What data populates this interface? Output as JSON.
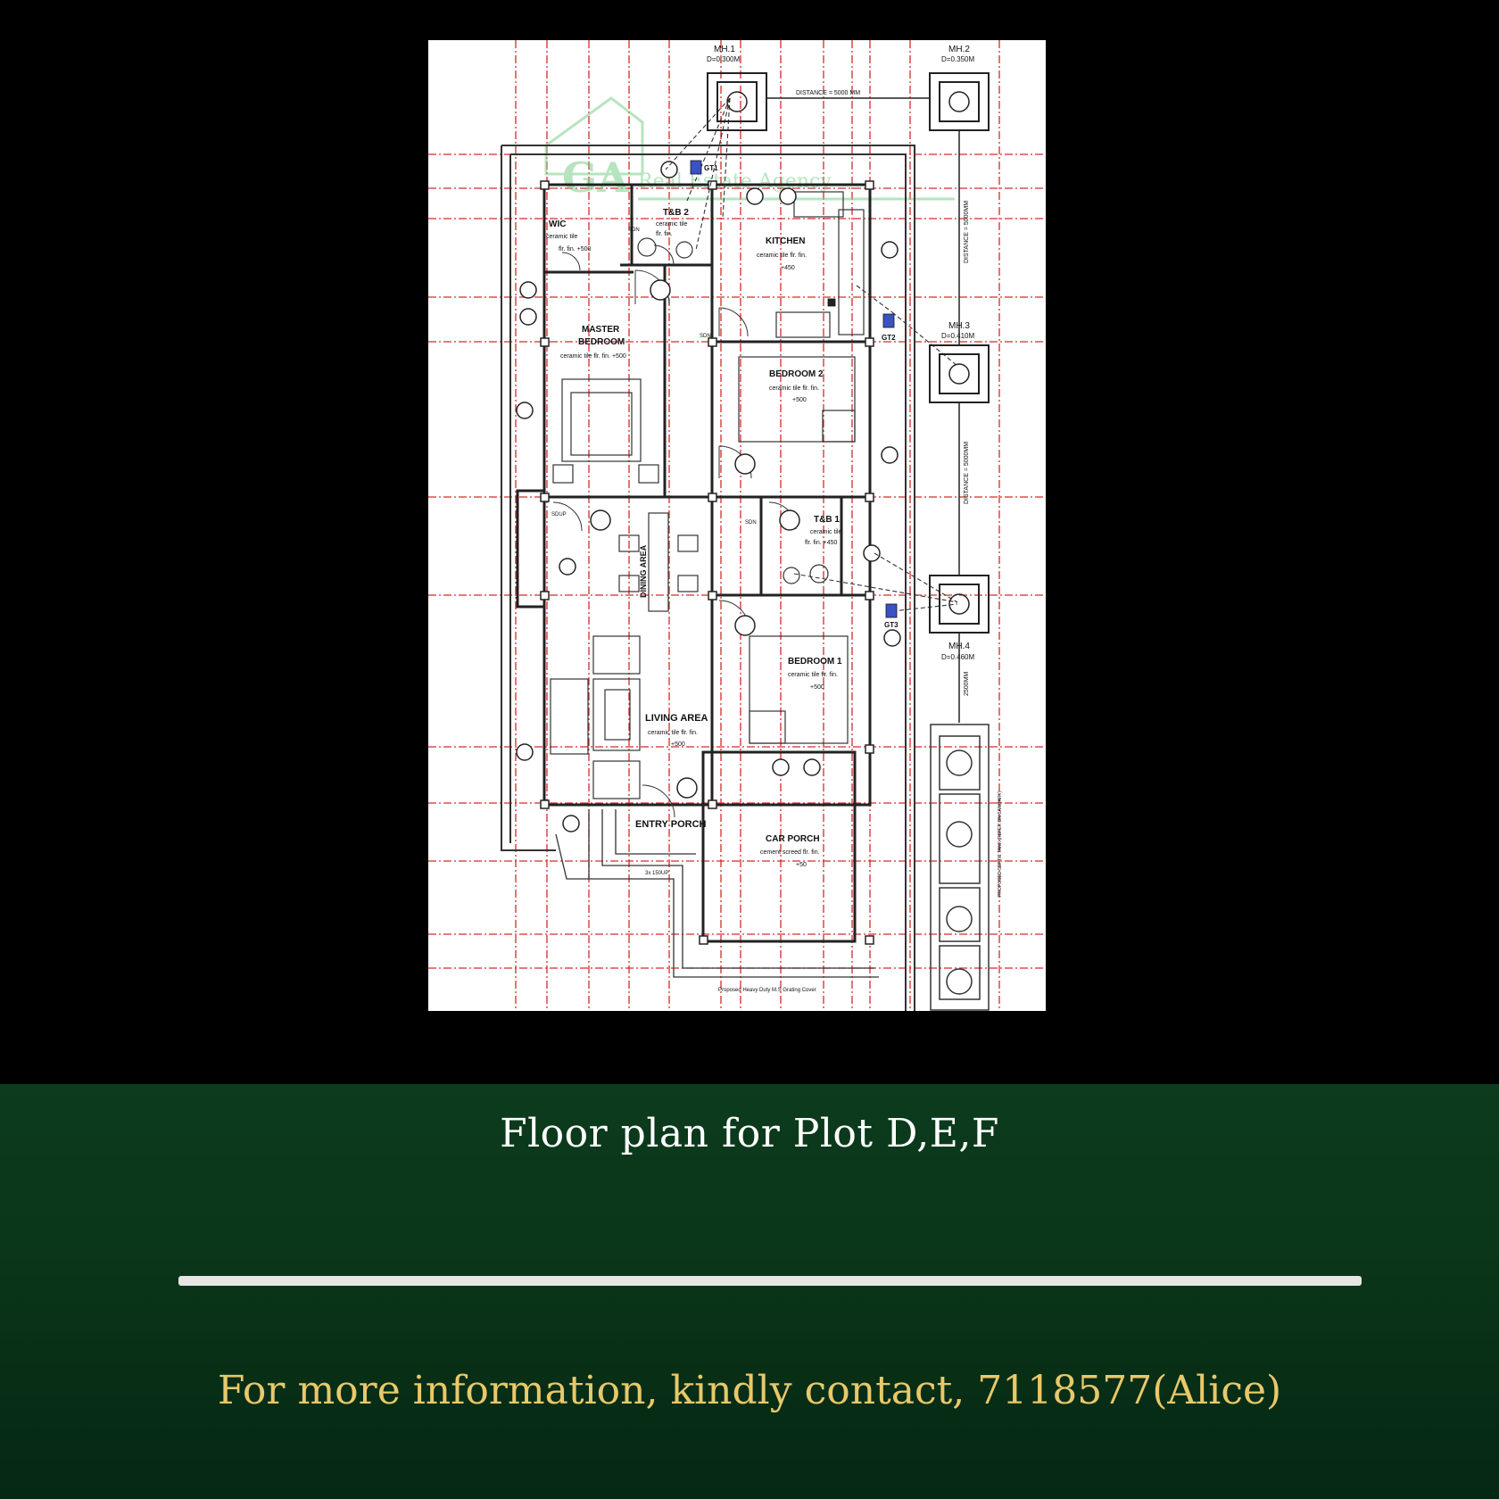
{
  "caption": "Floor plan for Plot D,E,F",
  "contact": "For more information, kindly contact, 7118577(Alice)",
  "colors": {
    "background_top": "#000000",
    "background_bottom": "#0a3519",
    "caption_text": "#ffffff",
    "contact_text": "#e9c86a",
    "divider": "#e6e6e6",
    "grid_lines": "#d62a2a",
    "walls": "#222222",
    "watermark": "#7ccf8a"
  },
  "plan": {
    "watermark": "GA Real Estate Agency",
    "rooms": {
      "wic": {
        "name": "WIC",
        "finish": "ceramic tile",
        "finish2": "flr. fin.  +500"
      },
      "tb2": {
        "name": "T&B 2",
        "finish": "ceramic tile",
        "finish2": "flr. fin."
      },
      "kitchen": {
        "name": "KITCHEN",
        "finish": "ceramic tile flr. fin.",
        "finish2": "+450"
      },
      "master": {
        "name": "MASTER",
        "name2": "BEDROOM",
        "finish": "ceramic tile flr. fin.  +500"
      },
      "bedroom2": {
        "name": "BEDROOM 2",
        "finish": "ceramic tile flr. fin.",
        "finish2": "+500"
      },
      "tb1": {
        "name": "T&B 1",
        "finish": "ceramic tile",
        "finish2": "flr. fin.  +450"
      },
      "dining": {
        "name": "DINING AREA"
      },
      "bedroom1": {
        "name": "BEDROOM 1",
        "finish": "ceramic tile flr. fin.",
        "finish2": "+500"
      },
      "living": {
        "name": "LIVING AREA",
        "finish": "ceramic tile flr. fin.",
        "finish2": "+500"
      },
      "entry": {
        "name": "ENTRY PORCH"
      },
      "car": {
        "name": "CAR PORCH",
        "finish": "cement screed flr. fin.",
        "finish2": "+50"
      }
    },
    "manholes": [
      {
        "id": "MH.1",
        "depth": "D=0.300M"
      },
      {
        "id": "MH.2",
        "depth": "D=0.350M"
      },
      {
        "id": "MH.3",
        "depth": "D=0.410M"
      },
      {
        "id": "MH.4",
        "depth": "D=0.460M"
      }
    ],
    "distances": {
      "top": "DISTANCE = 5000 MM",
      "right_1": "DISTANCE = 5000MM",
      "right_2": "DISTANCE = 5000MM",
      "right_3": "2500MM"
    },
    "tags": {
      "gt1": "GT1",
      "gt2": "GT2",
      "gt3": "GT3",
      "sdn": "SDN",
      "sdup": "SDUP",
      "steps": "3x 150UP"
    },
    "septic": "PROPOSED SEPTIC TANK (REFER ON SANITARY)",
    "grating": "Proposed Heavy Duty M.S Grating Cover"
  }
}
